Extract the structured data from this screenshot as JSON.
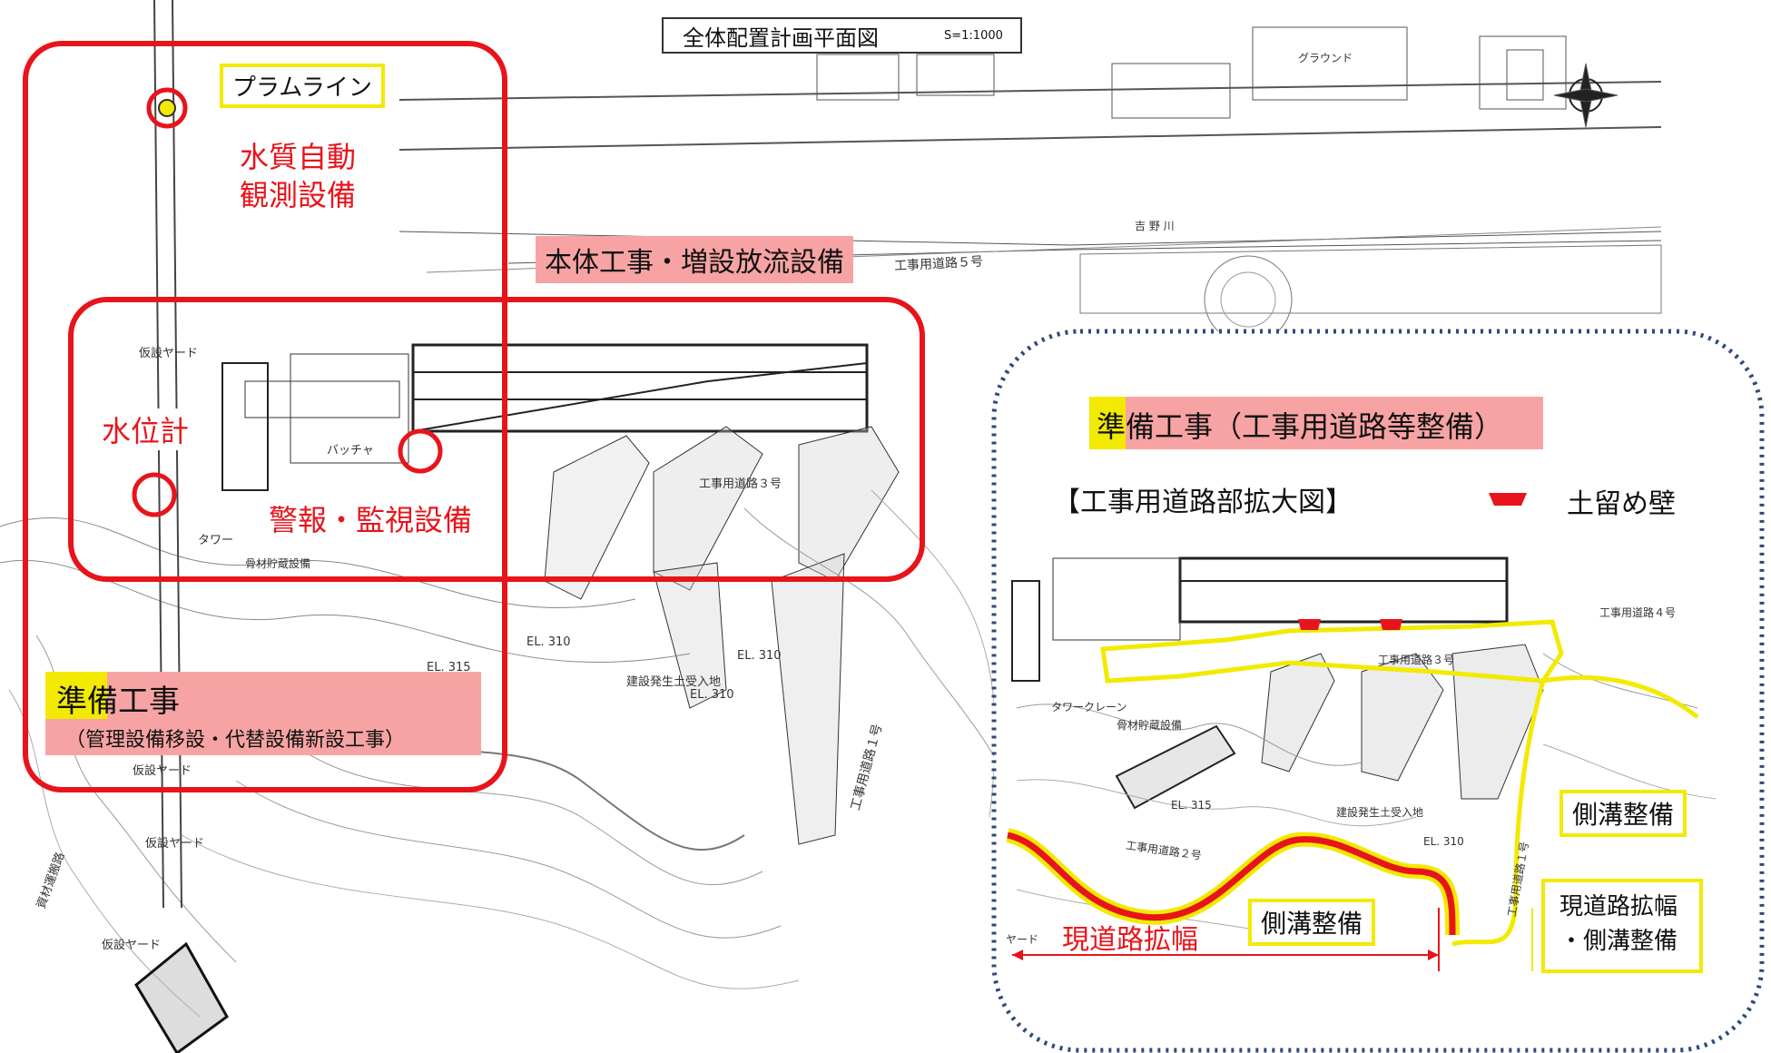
{
  "title": {
    "main": "全体配置計画平面図",
    "scale": "S=1:1000"
  },
  "callouts": {
    "plume_line": "プラムライン",
    "water_quality_1": "水質自動",
    "water_quality_2": "観測設備",
    "main_works": "本体工事・増設放流設備",
    "water_level": "水位計",
    "alarm": "警報・監視設備",
    "prep_works": "準備工事",
    "prep_works_sub": "（管理設備移設・代替設備新設工事）"
  },
  "inset": {
    "header": "準備工事（工事用道路等整備）",
    "title": "【工事用道路部拡大図】",
    "legend_label": "土留め壁",
    "gutter_1": "側溝整備",
    "gutter_2": "側溝整備",
    "widening": "現道路拡幅",
    "widening_gutter_1": "現道路拡幅",
    "widening_gutter_2": "・側溝整備",
    "road_4": "工事用道路４号",
    "road_3": "工事用道路３号",
    "road_2": "工事用道路２号",
    "road_1": "工事用道路１号",
    "tower_crane": "タワークレーン",
    "aggregate": "骨材貯蔵設備",
    "spoil": "建設発生土受入地",
    "el310": "EL. 310",
    "el315": "EL. 315",
    "yard": "ヤード"
  },
  "map_labels": {
    "temp_yard_1": "仮設ヤード",
    "temp_yard_2": "仮設ヤード",
    "temp_yard_3": "仮設ヤード",
    "temp_yard_4": "仮設ヤード",
    "road_5": "工事用道路５号",
    "road_3": "工事用道路３号",
    "road_1": "工事用道路１号",
    "aggregate": "骨材貯蔵設備",
    "spoil": "建設発生土受入地",
    "el310_a": "EL. 310",
    "el310_b": "EL. 310",
    "el310_c": "EL. 310",
    "el315": "EL. 315",
    "tower": "タワー",
    "batcher": "バッチャ",
    "ground": "グラウンド",
    "river": "吉 野 川",
    "material_road": "資材運搬路"
  },
  "colors": {
    "red": "#e8141b",
    "pink": "#f7a3a3",
    "yellow": "#f2ea00",
    "blue_dot": "#2d4a7a"
  }
}
